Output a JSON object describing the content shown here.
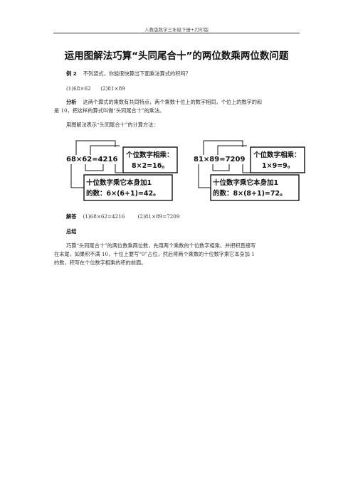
{
  "header": {
    "text": "人教版数学三年级下册+打印版"
  },
  "title": "运用图解法巧算“头同尾合十”的两位数乘两位数问题",
  "example": {
    "label": "例 2",
    "text": "不列竖式，你能很快算出下面乘法算式的积吗？"
  },
  "problems": {
    "p1": "(1)68×62",
    "p2": "(2)81×89"
  },
  "analysis": {
    "label": "分析",
    "line1": "这两个算式的乘数有共同特点，两个乘数十位上的数字相同，个位上的数字的和",
    "line2": "是 10，把这样的算式叫做“头同尾合十”的乘法。"
  },
  "method_intro": "用图解法表示“头同尾合十”的计算方法：",
  "diagrams": {
    "left": {
      "equation": "68×62=4216",
      "ones_box": {
        "line1": "个位数字相乘：",
        "line2": "8×2=16。"
      },
      "tens_box": {
        "line1": "十位数字乘它本身加1",
        "line2": "的数：6×(6+1)=42。"
      }
    },
    "right": {
      "equation": "81×89=7209",
      "ones_box": {
        "line1": "个位数字相乘：",
        "line2": "1×9=9。"
      },
      "tens_box": {
        "line1": "十位数字乘它本身加1",
        "line2": "的数：8×(8+1)=72。"
      }
    }
  },
  "answer": {
    "label": "解答",
    "a1": "(1)68×62=4216",
    "a2": "(2)81×89=7209"
  },
  "summary": {
    "label": "总结",
    "line1": "巧算“头同尾合十”的两位数乘两位数，先用两个乘数的个位数字相乘，并把积直接写",
    "line2": "在末尾，如果积不满 10，十位上要写“0”占位，然后将两个乘数的十位数字乘它本身加 1",
    "line3": "的数，积写在个位数字相乘的积的前面。"
  }
}
